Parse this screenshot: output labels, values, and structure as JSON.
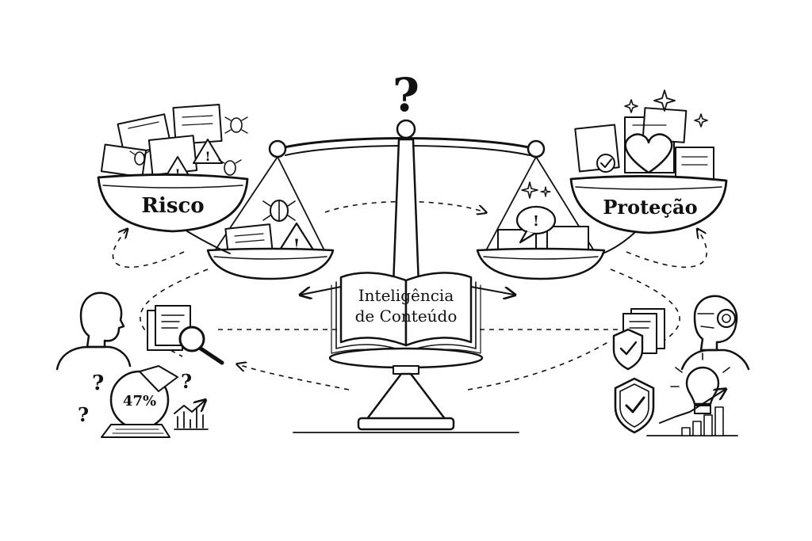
{
  "top_mark": "?",
  "left_pan_label": "Risco",
  "right_pan_label": "Proteção",
  "book_title_line1": "Inteligência",
  "book_title_line2": "de Conteúdo",
  "left_pie_value": "47%",
  "left_question_marks": [
    "?",
    "?",
    "?"
  ],
  "icons": {
    "left_person": "person-head-icon",
    "right_robot": "robot-head-icon",
    "bug": "bug-icon",
    "warning": "warning-triangle-icon",
    "heart": "heart-icon",
    "shield": "shield-check-icon",
    "lightbulb": "lightbulb-icon",
    "magnifier": "magnifier-icon",
    "chat": "chat-bubble-icon",
    "sparkle": "sparkle-icon"
  }
}
